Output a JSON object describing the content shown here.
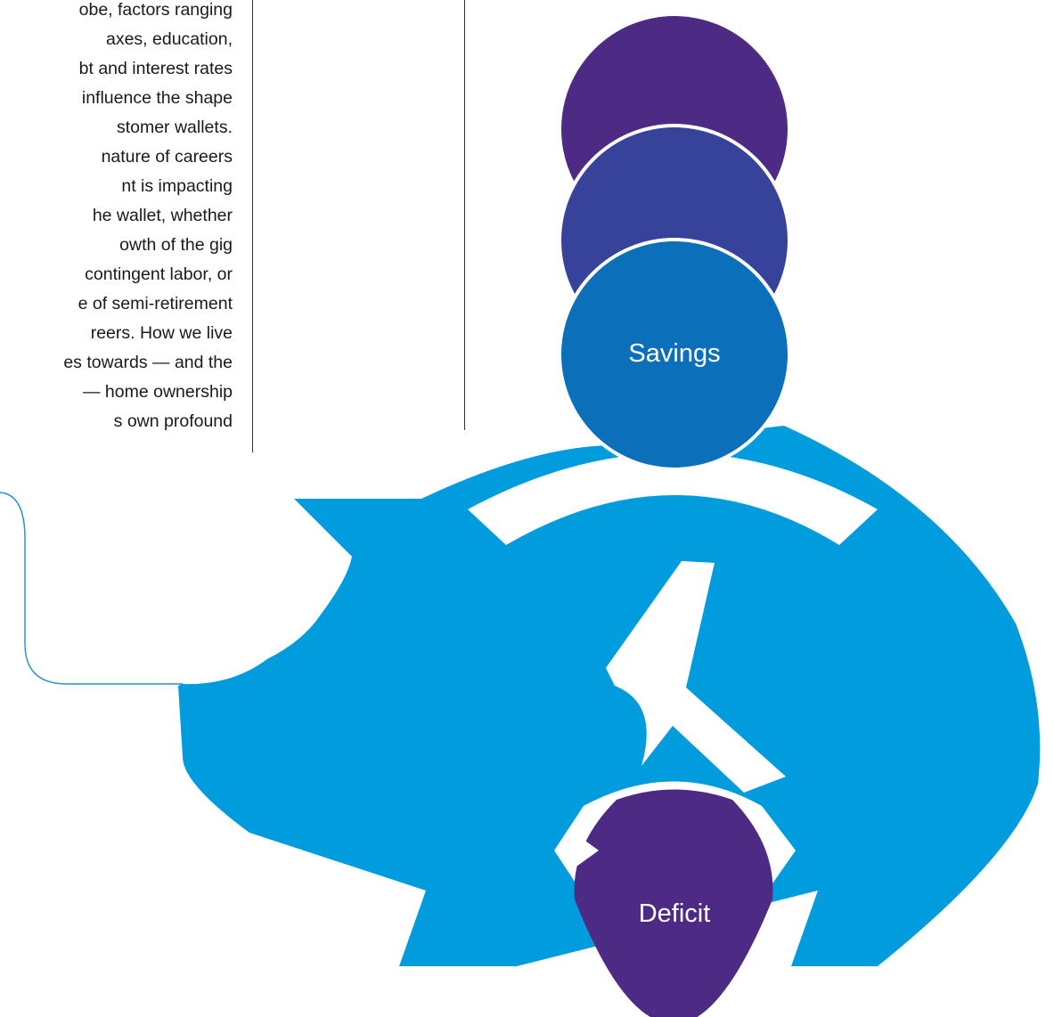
{
  "body_text_lines": [
    "obe, factors ranging",
    "axes, education,",
    "bt and interest rates",
    "influence the shape",
    "stomer wallets.",
    "nature of careers",
    "nt is impacting",
    "he wallet, whether",
    "owth of the gig",
    "contingent labor, or",
    "e of semi-retirement",
    "reers. How we live",
    "es towards — and the",
    "— home ownership",
    "s own profound"
  ],
  "diagram": {
    "coin_top_label": "",
    "coin_middle_label": "",
    "savings_label": "Savings",
    "deficit_label": "Deficit"
  },
  "colors": {
    "pig_blue": "#009cde",
    "coin_purple": "#4d2a84",
    "coin_indigo": "#37439b",
    "coin_blue": "#0b6fb9",
    "connector_line": "#1a8fd6",
    "text": "#1a1a1a"
  }
}
